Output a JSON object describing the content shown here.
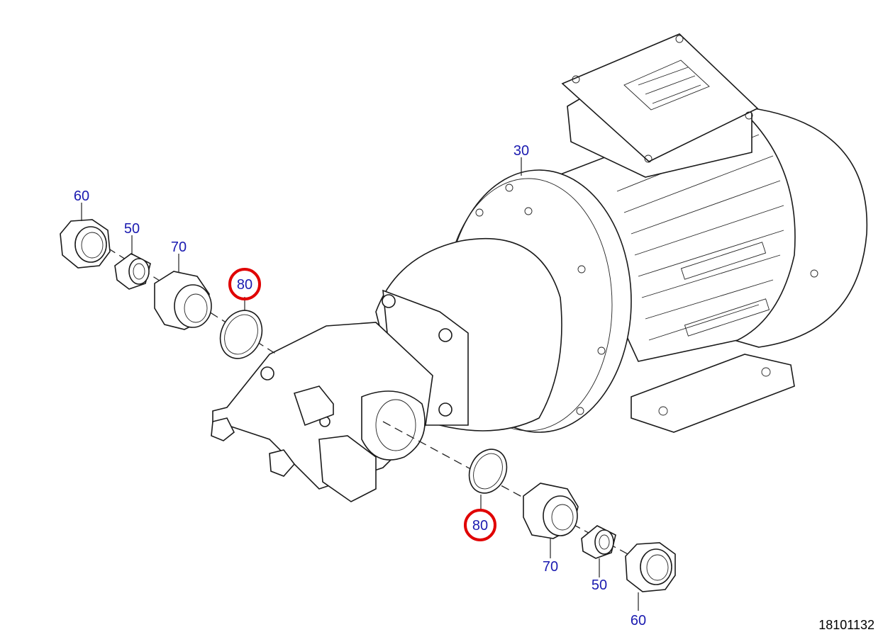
{
  "callouts": [
    {
      "id": "motor",
      "text": "30"
    },
    {
      "id": "nut-upper",
      "text": "60"
    },
    {
      "id": "insert-upper",
      "text": "50"
    },
    {
      "id": "fitting-upper",
      "text": "70"
    },
    {
      "id": "oring-upper",
      "text": "80",
      "highlighted": true
    },
    {
      "id": "oring-lower",
      "text": "80",
      "highlighted": true
    },
    {
      "id": "fitting-lower",
      "text": "70"
    },
    {
      "id": "insert-lower",
      "text": "50"
    },
    {
      "id": "nut-lower",
      "text": "60"
    }
  ],
  "drawing_number": "18101132",
  "colors": {
    "callout_text": "#1a1ab0",
    "highlight": "#e00000",
    "line": "#222222"
  }
}
